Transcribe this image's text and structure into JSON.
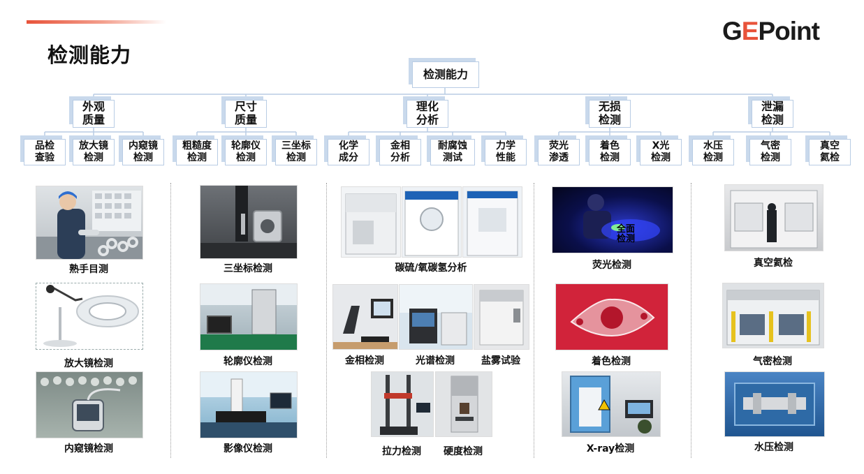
{
  "page": {
    "title": "检测能力",
    "logo_text_1": "G",
    "logo_text_2": "E",
    "logo_text_3": "Point",
    "accent_color": "#e8533a"
  },
  "tree": {
    "root": "检测能力",
    "categories": [
      "外观\n质量",
      "尺寸\n质量",
      "理化\n分析",
      "无损\n检测",
      "泄漏\n检测"
    ],
    "subs": [
      "品检\n查验",
      "放大镜\n检测",
      "内窥镜\n检测",
      "粗糙度\n检测",
      "轮廓仪\n检测",
      "三坐标\n检测",
      "化学\n成分",
      "金相\n分析",
      "耐腐蚀\n测试",
      "力学\n性能",
      "荧光\n渗透",
      "着色\n检测",
      "X光\n检测",
      "水压\n检测",
      "气密\n检测",
      "真空\n氦检"
    ]
  },
  "captions": {
    "c1": "熟手目测",
    "c2": "放大镜检测",
    "c3": "内窥镜检测",
    "c4": "三坐标检测",
    "c5": "轮廓仪检测",
    "c6": "影像仪检测",
    "c7": "碳硫/氧碳氢分析",
    "c8": "金相检测",
    "c9": "光谱检测",
    "c10": "盐雾试验",
    "c11": "拉力检测",
    "c12": "硬度检测",
    "c13": "荧光检测",
    "c14": "着色检测",
    "c15": "X-ray检测",
    "c16": "真空氦检",
    "c17": "气密检测",
    "c18": "水压检测"
  },
  "photo_overlay": {
    "fluorescent_text": "全面\n检测"
  }
}
